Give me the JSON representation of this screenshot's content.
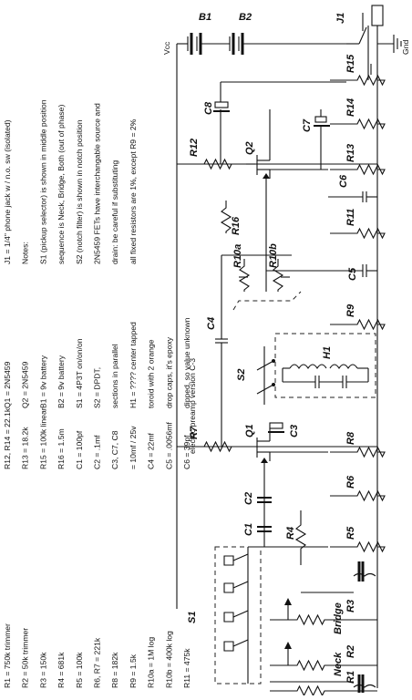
{
  "diagram": {
    "caption": "electric preamp version C-3",
    "notes": {
      "col_resistors_a": [
        "R1 = 750k trimmer",
        "R2 = 50k trimmer",
        "R3 = 150k",
        "R4 = 681k",
        "R5 = 100k",
        "R6, R7 = 221k",
        "R8 = 182k",
        "R9 = 1.5k",
        "R10a = 1M log",
        "R10b = 400k log",
        "R11 = 475k"
      ],
      "col_resistors_b": [
        "R12, R14 = 22.1k",
        "R13 = 18.2k",
        "R15 = 100k linear",
        "R16 = 1.5m",
        "C1 = 100pf",
        "C2 = .1mf",
        "C3, C7, C8",
        "= 10mf / 25v",
        "C4 = 22mf",
        "C5 = .0056mf",
        "C6 = 39pf"
      ],
      "col_parts": [
        "Q1 = 2N5459",
        "Q2 = 2N5459",
        "B1 = 9v battery",
        "B2 = 9v battery",
        "S1 = 4P3T on/on/on",
        "S2 = DPDT,",
        "sections in parallel",
        "H1 = ????   center tapped",
        "toroid with 2 orange",
        "drop caps,  it's epoxy",
        "dipped, so value unknown"
      ],
      "col_notes": [
        "J1 = 1/4\" phone jack w / n.o. sw (isolated)",
        "Notes:",
        "S1 (pickup selector) is shown in middle position",
        "sequence is Neck, Bridge, Both (out of phase)",
        "S2 (notch filter) is shown in notch position",
        "2N5459 FETs have interchangable source and",
        "drain: be careful if substituting",
        "all fixed resistors are 1%, except R9 = 2%"
      ]
    },
    "labels": {
      "b1": "B1",
      "b2": "B2",
      "j1": "J1",
      "vcc": "Vcc",
      "gnd": "Gnd",
      "r1": "R1",
      "r2": "R2",
      "r3": "R3",
      "r4": "R4",
      "r5": "R5",
      "r6": "R6",
      "r7": "R7",
      "r8": "R8",
      "r9": "R9",
      "r10a": "R10a",
      "r10b": "R10b",
      "r11": "R11",
      "r12": "R12",
      "r13": "R13",
      "r14": "R14",
      "r15": "R15",
      "r16": "R16",
      "c1": "C1",
      "c2": "C2",
      "c3": "C3",
      "c4": "C4",
      "c5": "C5",
      "c6": "C6",
      "c7": "C7",
      "c8": "C8",
      "q1": "Q1",
      "q2": "Q2",
      "h1": "H1",
      "s1": "S1",
      "s2": "S2",
      "neck": "Neck",
      "bridge": "Bridge"
    }
  }
}
